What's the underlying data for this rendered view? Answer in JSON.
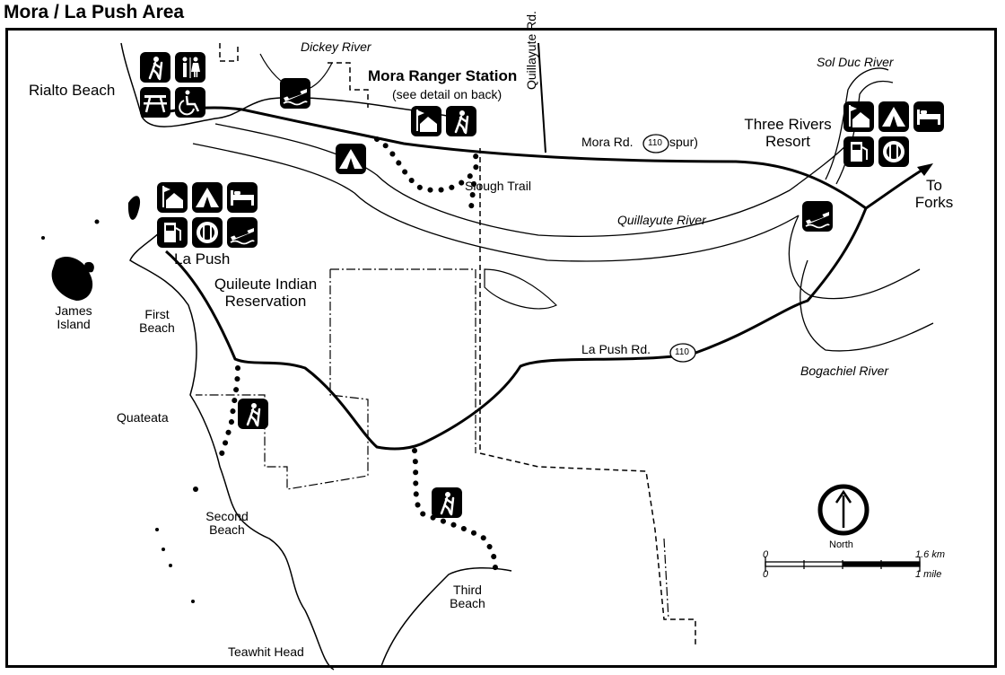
{
  "title": "Mora / La Push Area",
  "labels": {
    "dickey_river": "Dickey River",
    "mora_ranger_station": "Mora Ranger Station",
    "see_detail": "(see detail on back)",
    "quillayute_rd": "Quillayute Rd.",
    "sol_duc_river": "Sol Duc River",
    "rialto_beach": "Rialto Beach",
    "three_rivers_resort": "Three Rivers Resort",
    "mora_rd": "Mora Rd.",
    "mora_rd_route": "110",
    "mora_rd_spur": "spur)",
    "slough_trail": "Slough Trail",
    "to_forks": "To Forks",
    "quillayute_river": "Quillayute River",
    "la_push": "La Push",
    "quileute_reservation": "Quileute Indian Reservation",
    "james_island": "James Island",
    "first_beach": "First Beach",
    "la_push_rd": "La Push Rd.",
    "la_push_rd_route": "110",
    "bogachiel_river": "Bogachiel River",
    "quateata": "Quateata",
    "second_beach": "Second Beach",
    "third_beach": "Third Beach",
    "teawhit_head": "Teawhit Head",
    "north": "North"
  },
  "scale_bar": {
    "zero_top": "0",
    "zero_bottom": "0",
    "km": "1.6 km",
    "mile": "1 mile"
  },
  "icon_groups": {
    "rialto": [
      "hiker-icon",
      "restroom-icon",
      "picnic-table-icon",
      "wheelchair-icon"
    ],
    "rialto_boat": [
      "boat-launch-icon"
    ],
    "mora_camp": [
      "campground-icon"
    ],
    "ranger_station": [
      "ranger-station-icon",
      "hiker-icon"
    ],
    "three_rivers": [
      "ranger-station-icon",
      "campground-icon",
      "lodging-icon",
      "gas-icon",
      "food-icon"
    ],
    "la_push": [
      "ranger-station-icon",
      "campground-icon",
      "lodging-icon",
      "gas-icon",
      "food-icon",
      "boat-launch-icon"
    ],
    "river_boat": [
      "boat-launch-icon"
    ],
    "quateata_trail": [
      "hiker-icon"
    ],
    "third_beach_trail": [
      "hiker-icon"
    ]
  }
}
